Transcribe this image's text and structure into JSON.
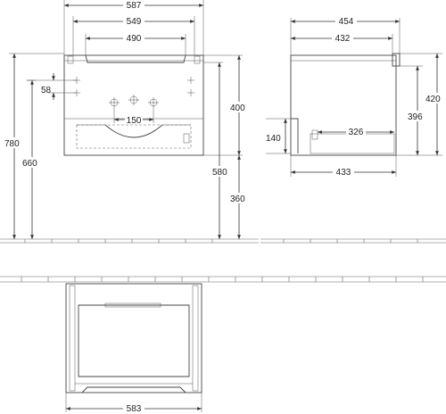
{
  "dimensions": {
    "front_total_width": "587",
    "front_inner_width": "549",
    "drawer_handle_width": "490",
    "side_marker_58": "58",
    "tap_spacing": "150",
    "front_cabinet_height": "400",
    "basin_height": "580",
    "total_height": "780",
    "top_height": "660",
    "floor_to_cabinet": "360",
    "side_total_depth": "454",
    "side_inner_depth": "432",
    "side_height": "420",
    "side_inner_height": "396",
    "drawer_depth": "326",
    "drawer_height": "140",
    "side_bottom_depth": "433",
    "plan_width": "583"
  }
}
